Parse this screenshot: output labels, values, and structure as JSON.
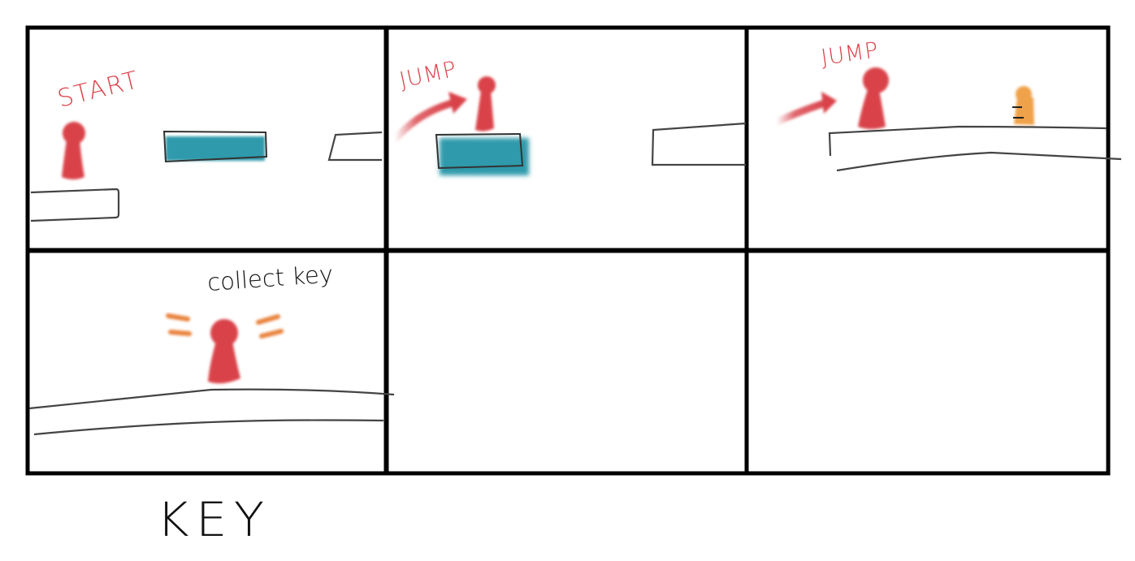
{
  "storyboard": {
    "panels": [
      {
        "id": 1,
        "annotation": "START"
      },
      {
        "id": 2,
        "annotation": "JUMP"
      },
      {
        "id": 3,
        "annotation": "JUMP"
      },
      {
        "id": 4,
        "annotation": "collect key"
      },
      {
        "id": 5,
        "annotation": ""
      },
      {
        "id": 6,
        "annotation": ""
      }
    ],
    "legend_label": "KEY"
  },
  "colors": {
    "frame": "#000000",
    "player": "#d9434a",
    "platform_moving": "#2f9aab",
    "platform_outline": "#444444",
    "key_item": "#efa24a",
    "sparkle": "#e9833e"
  },
  "icons": {
    "player": "player-pawn-icon",
    "key": "key-icon"
  }
}
